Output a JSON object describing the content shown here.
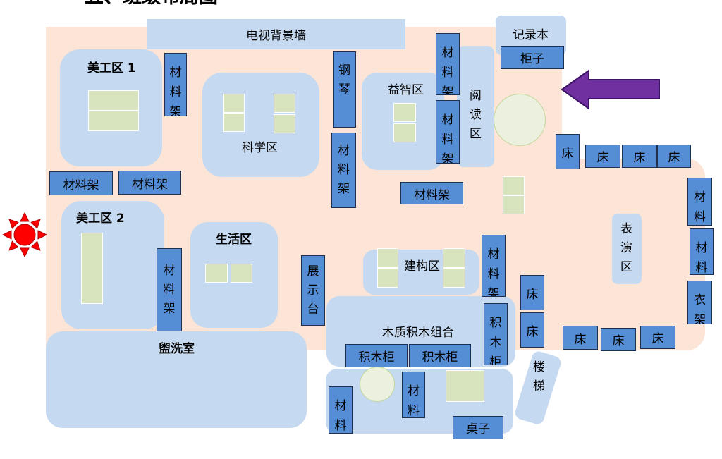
{
  "title": "五、班级布局图",
  "colors": {
    "floor": "#FCE4D6",
    "zone": "#C5D9F1",
    "furniture": "#558ED5",
    "furniture_border": "#1F2F4F",
    "table": "#D7E4BD",
    "circle_table": "#EBF1DE",
    "sun": "#FF0000",
    "arrow": "#7030A0"
  },
  "zones": {
    "tv_wall": "电视背景墙",
    "record_book": "记录本",
    "art_1": "美工区 1",
    "science": "科学区",
    "puzzle": "益智区",
    "reading": "阅读区",
    "art_2": "美工区 2",
    "life": "生活区",
    "construction": "建构区",
    "wooden_blocks": "木质积木组合",
    "washroom": "盥洗室",
    "stairs": "楼梯",
    "performance": "表演区"
  },
  "furniture": {
    "cabinet": "柜子",
    "piano": "钢琴",
    "material_shelf": "材料架",
    "display_stand": "展示台",
    "block_cabinet": "积木柜",
    "table": "桌子",
    "bed": "床",
    "clothes_rack": "衣架"
  },
  "icons": {
    "sun": "sun-icon",
    "arrow": "arrow-left-icon"
  }
}
